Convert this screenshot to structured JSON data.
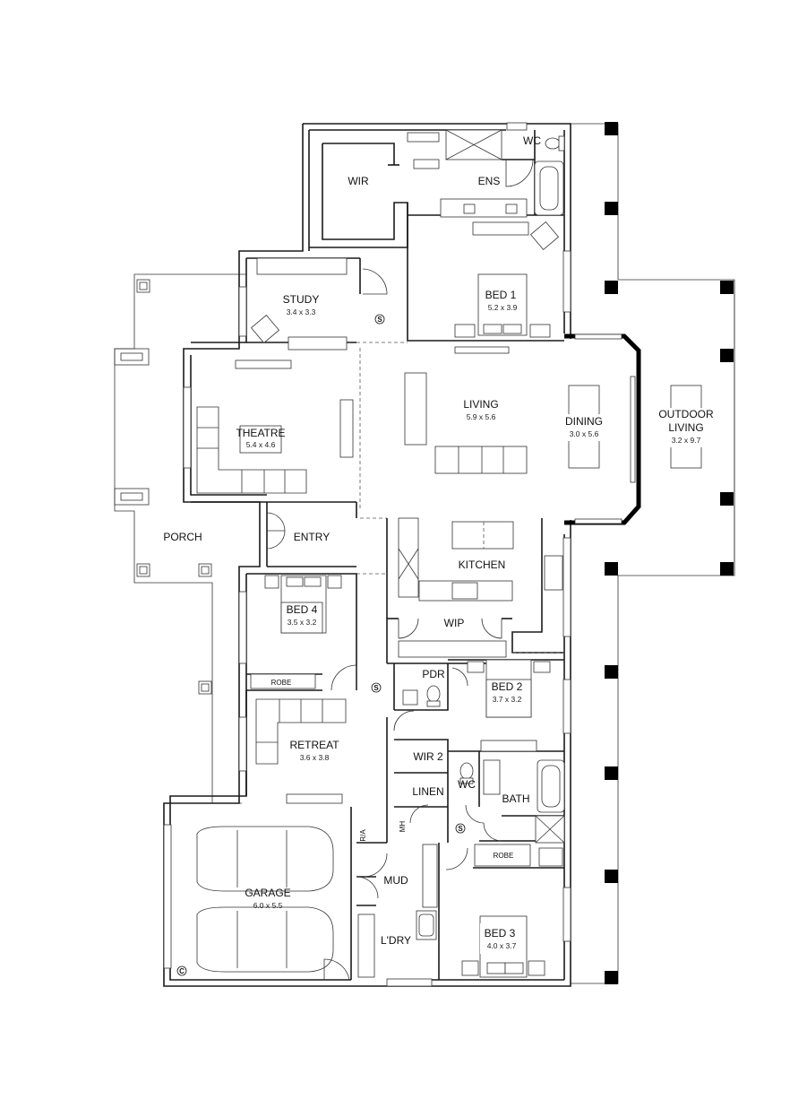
{
  "rooms": {
    "wc1": {
      "name": "WC"
    },
    "wir": {
      "name": "WIR"
    },
    "ens": {
      "name": "ENS"
    },
    "study": {
      "name": "STUDY",
      "dim": "3.4 x 3.3"
    },
    "bed1": {
      "name": "BED 1",
      "dim": "5.2 x 3.9"
    },
    "theatre": {
      "name": "THEATRE",
      "dim": "5.4 x 4.6"
    },
    "living": {
      "name": "LIVING",
      "dim": "5.9 x 5.6"
    },
    "dining": {
      "name": "DINING",
      "dim": "3.0 x 5.6"
    },
    "outdoor": {
      "name_line1": "OUTDOOR",
      "name_line2": "LIVING",
      "dim": "3.2 x 9.7"
    },
    "porch": {
      "name": "PORCH"
    },
    "entry": {
      "name": "ENTRY"
    },
    "kitchen": {
      "name": "KITCHEN"
    },
    "bed4": {
      "name": "BED 4",
      "dim": "3.5 x 3.2"
    },
    "wip": {
      "name": "WIP"
    },
    "pdr": {
      "name": "PDR"
    },
    "bed2": {
      "name": "BED 2",
      "dim": "3.7 x 3.2"
    },
    "robe4": {
      "name": "ROBE"
    },
    "retreat": {
      "name": "RETREAT",
      "dim": "3.6 x 3.8"
    },
    "wir2": {
      "name": "WIR 2"
    },
    "linen": {
      "name": "LINEN"
    },
    "wc2": {
      "name": "WC"
    },
    "bath": {
      "name": "BATH"
    },
    "robe3": {
      "name": "ROBE"
    },
    "garage": {
      "name": "GARAGE",
      "dim": "6.0 x 5.5"
    },
    "mud": {
      "name": "MUD"
    },
    "ldry": {
      "name": "L'DRY"
    },
    "bed3": {
      "name": "BED 3",
      "dim": "4.0 x 3.7"
    }
  },
  "symbols": {
    "smoke": "S",
    "manhole": "MH",
    "ra": "R/A",
    "c": "C"
  }
}
